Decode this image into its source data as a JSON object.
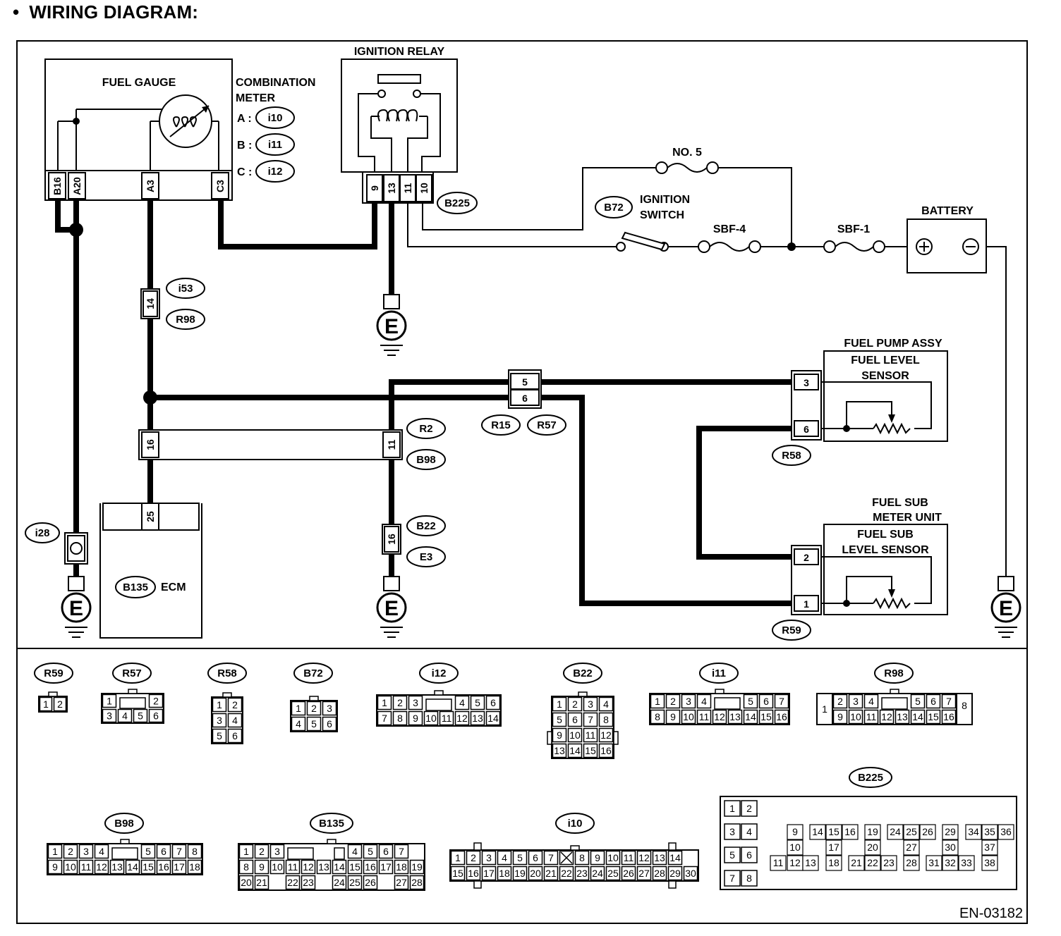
{
  "heading": {
    "bullet": "•",
    "text": "WIRING DIAGRAM:"
  },
  "labels": {
    "fuel_gauge": "FUEL GAUGE",
    "combination_meter": [
      "COMBINATION",
      "METER"
    ],
    "meter_connectors": [
      {
        "letter": "A :",
        "code": "i10"
      },
      {
        "letter": "B :",
        "code": "i11"
      },
      {
        "letter": "C :",
        "code": "i12"
      }
    ],
    "ignition_relay": "IGNITION RELAY",
    "no5": "NO. 5",
    "ignition_switch": [
      "IGNITION",
      "SWITCH"
    ],
    "sbf4": "SBF-4",
    "sbf1": "SBF-1",
    "battery": "BATTERY",
    "fuel_pump_assy": "FUEL PUMP ASSY",
    "fuel_level_sensor": [
      "FUEL LEVEL",
      "SENSOR"
    ],
    "fuel_sub_meter_unit": [
      "FUEL SUB",
      "METER UNIT"
    ],
    "fuel_sub_level_sensor": [
      "FUEL SUB",
      "LEVEL SENSOR"
    ],
    "ecm": "ECM",
    "ground": "E",
    "reference": "EN-03182"
  },
  "gauge_pins": [
    "B16",
    "A20",
    "A3",
    "C3"
  ],
  "relay_pins": [
    "9",
    "13",
    "11",
    "10"
  ],
  "pins": {
    "i53": "14",
    "rb": [
      "16",
      "11"
    ],
    "ecm": "25",
    "b22": "16",
    "r15": [
      "5",
      "6"
    ],
    "r58": [
      "3",
      "6"
    ],
    "r59": [
      "2",
      "1"
    ]
  },
  "tags": {
    "b225": "B225",
    "b72": "B72",
    "i53": "i53",
    "r98": "R98",
    "r2": "R2",
    "b98": "B98",
    "r15": "R15",
    "r57": "R57",
    "r58": "R58",
    "r59": "R59",
    "b22": "B22",
    "e3": "E3",
    "i28": "i28",
    "b135": "B135"
  },
  "connectors": [
    {
      "name": "R59",
      "rows": [
        [
          "1",
          "2"
        ]
      ]
    },
    {
      "name": "R57",
      "rows": [
        [
          "1",
          "",
          "",
          "2"
        ],
        [
          "3",
          "4",
          "5",
          "6"
        ]
      ]
    },
    {
      "name": "R58",
      "rows": [
        [
          "1",
          "2"
        ],
        [
          "3",
          "4"
        ],
        [
          "5",
          "6"
        ]
      ]
    },
    {
      "name": "B72",
      "rows": [
        [
          "1",
          "2",
          "3"
        ],
        [
          "4",
          "5",
          "6"
        ]
      ]
    },
    {
      "name": "i12",
      "rows": [
        [
          "1",
          "2",
          "3",
          "",
          "",
          "4",
          "5",
          "6"
        ],
        [
          "7",
          "8",
          "9",
          "10",
          "11",
          "12",
          "13",
          "14"
        ]
      ]
    },
    {
      "name": "B22",
      "rows": [
        [
          "1",
          "2",
          "3",
          "4"
        ],
        [
          "5",
          "6",
          "7",
          "8"
        ],
        [
          "9",
          "10",
          "11",
          "12"
        ],
        [
          "13",
          "14",
          "15",
          "16"
        ]
      ]
    },
    {
      "name": "i11",
      "rows": [
        [
          "1",
          "2",
          "3",
          "4",
          "",
          "",
          "5",
          "6",
          "7"
        ],
        [
          "8",
          "9",
          "10",
          "11",
          "12",
          "13",
          "14",
          "15",
          "16"
        ]
      ]
    },
    {
      "name": "R98",
      "rows": [
        [
          "2",
          "3",
          "4",
          "",
          "",
          "5",
          "6",
          "7"
        ],
        [
          "9",
          "10",
          "11",
          "12",
          "13",
          "14",
          "15",
          "16"
        ]
      ],
      "left": "1",
      "right": "8"
    },
    {
      "name": "B98",
      "rows": [
        [
          "1",
          "2",
          "3",
          "4",
          "",
          "",
          "5",
          "6",
          "7",
          "8"
        ],
        [
          "9",
          "10",
          "11",
          "12",
          "13",
          "14",
          "15",
          "16",
          "17",
          "18"
        ]
      ]
    },
    {
      "name": "B135",
      "rows": [
        [
          "1",
          "2",
          "3",
          "",
          "",
          "",
          "",
          "4",
          "5",
          "6",
          "7"
        ],
        [
          "8",
          "9",
          "10",
          "11",
          "12",
          "13",
          "14",
          "15",
          "16",
          "17",
          "18",
          "19"
        ],
        [
          "20",
          "21",
          "",
          "22",
          "23",
          "",
          "24",
          "25",
          "26",
          "",
          "27",
          "28"
        ]
      ]
    },
    {
      "name": "i10",
      "rows": [
        [
          "1",
          "2",
          "3",
          "4",
          "5",
          "6",
          "7",
          "",
          "8",
          "9",
          "10",
          "11",
          "12",
          "13",
          "14"
        ],
        [
          "15",
          "16",
          "17",
          "18",
          "19",
          "20",
          "21",
          "22",
          "23",
          "24",
          "25",
          "26",
          "27",
          "28",
          "29",
          "30"
        ]
      ]
    },
    {
      "name": "B225",
      "rows": [
        [
          "1",
          "2"
        ],
        [
          "3",
          "4"
        ],
        [
          "5",
          "6"
        ],
        [
          "7",
          "8"
        ]
      ],
      "right": [
        "9",
        "10",
        "11",
        "12",
        "13",
        "14",
        "15",
        "16",
        "17",
        "18",
        "19",
        "20",
        "21",
        "22",
        "23",
        "24",
        "25",
        "26",
        "27",
        "28",
        "29",
        "30",
        "31",
        "32",
        "33",
        "34",
        "35",
        "36",
        "37",
        "38"
      ]
    }
  ]
}
